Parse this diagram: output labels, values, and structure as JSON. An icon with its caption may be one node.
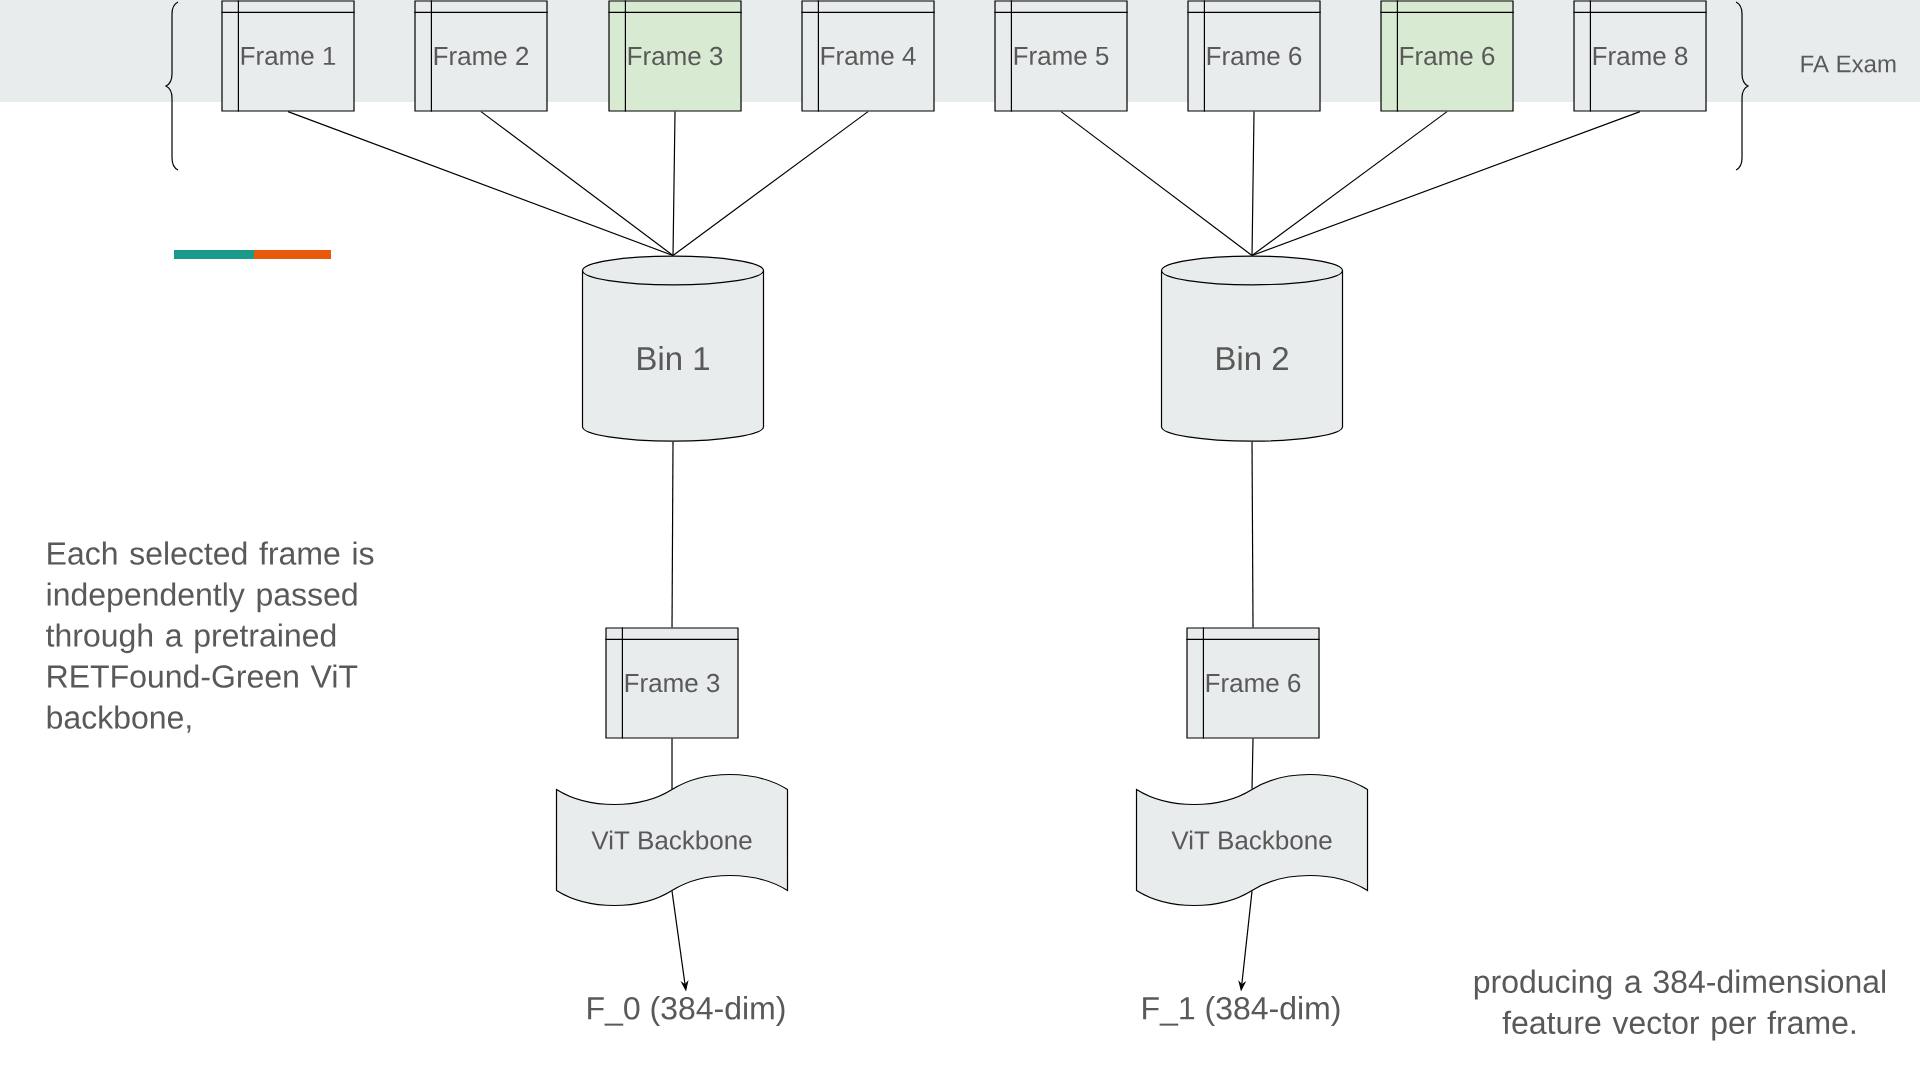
{
  "diagram": {
    "nodes": [
      {
        "text": [
          "Frame 1"
        ]
      },
      {
        "text": [
          "Frame 2"
        ]
      },
      {
        "text": [
          "Frame 3"
        ]
      },
      {
        "text": [
          "Frame 4"
        ]
      },
      {
        "text": [
          "Frame 5"
        ]
      },
      {
        "text": [
          "Frame 6"
        ]
      },
      {
        "text": [
          "Frame 6"
        ]
      },
      {
        "text": [
          "Frame 8"
        ]
      },
      {
        "text": [
          "Bin 1"
        ]
      },
      {
        "text": [
          "Bin 2"
        ]
      },
      {
        "text": [
          "Frame 3"
        ]
      },
      {
        "text": [
          "Frame 6"
        ]
      },
      {
        "text": [
          "ViT Backbone"
        ]
      },
      {
        "text": [
          "ViT Backbone"
        ]
      },
      {
        "text": [
          "F_0 (384-dim)"
        ]
      },
      {
        "text": [
          "F_1 (384-dim)"
        ]
      }
    ],
    "edges": [
      {
        "from": 0,
        "to": 8,
        "arrow": "none"
      },
      {
        "from": 1,
        "to": 8,
        "arrow": "none"
      },
      {
        "from": 2,
        "to": 8,
        "arrow": "none"
      },
      {
        "from": 3,
        "to": 8,
        "arrow": "none"
      },
      {
        "from": 4,
        "to": 9,
        "arrow": "none"
      },
      {
        "from": 5,
        "to": 9,
        "arrow": "none"
      },
      {
        "from": 6,
        "to": 9,
        "arrow": "none"
      },
      {
        "from": 7,
        "to": 9,
        "arrow": "none"
      },
      {
        "from": 8,
        "to": 10,
        "arrow": "none"
      },
      {
        "from": 9,
        "to": 11,
        "arrow": "none"
      },
      {
        "from": 10,
        "to": 12,
        "arrow": "none"
      },
      {
        "from": 11,
        "to": 13,
        "arrow": "none"
      },
      {
        "from": 12,
        "to": 14,
        "arrow": "to"
      },
      {
        "from": 13,
        "to": 15,
        "arrow": "to"
      }
    ],
    "labels": [
      "FA Exam",
      "Each selected frame is independently passed through a pretrained RETFound-Green ViT backbone,",
      "producing a 384-dimensional feature vector per frame."
    ]
  }
}
